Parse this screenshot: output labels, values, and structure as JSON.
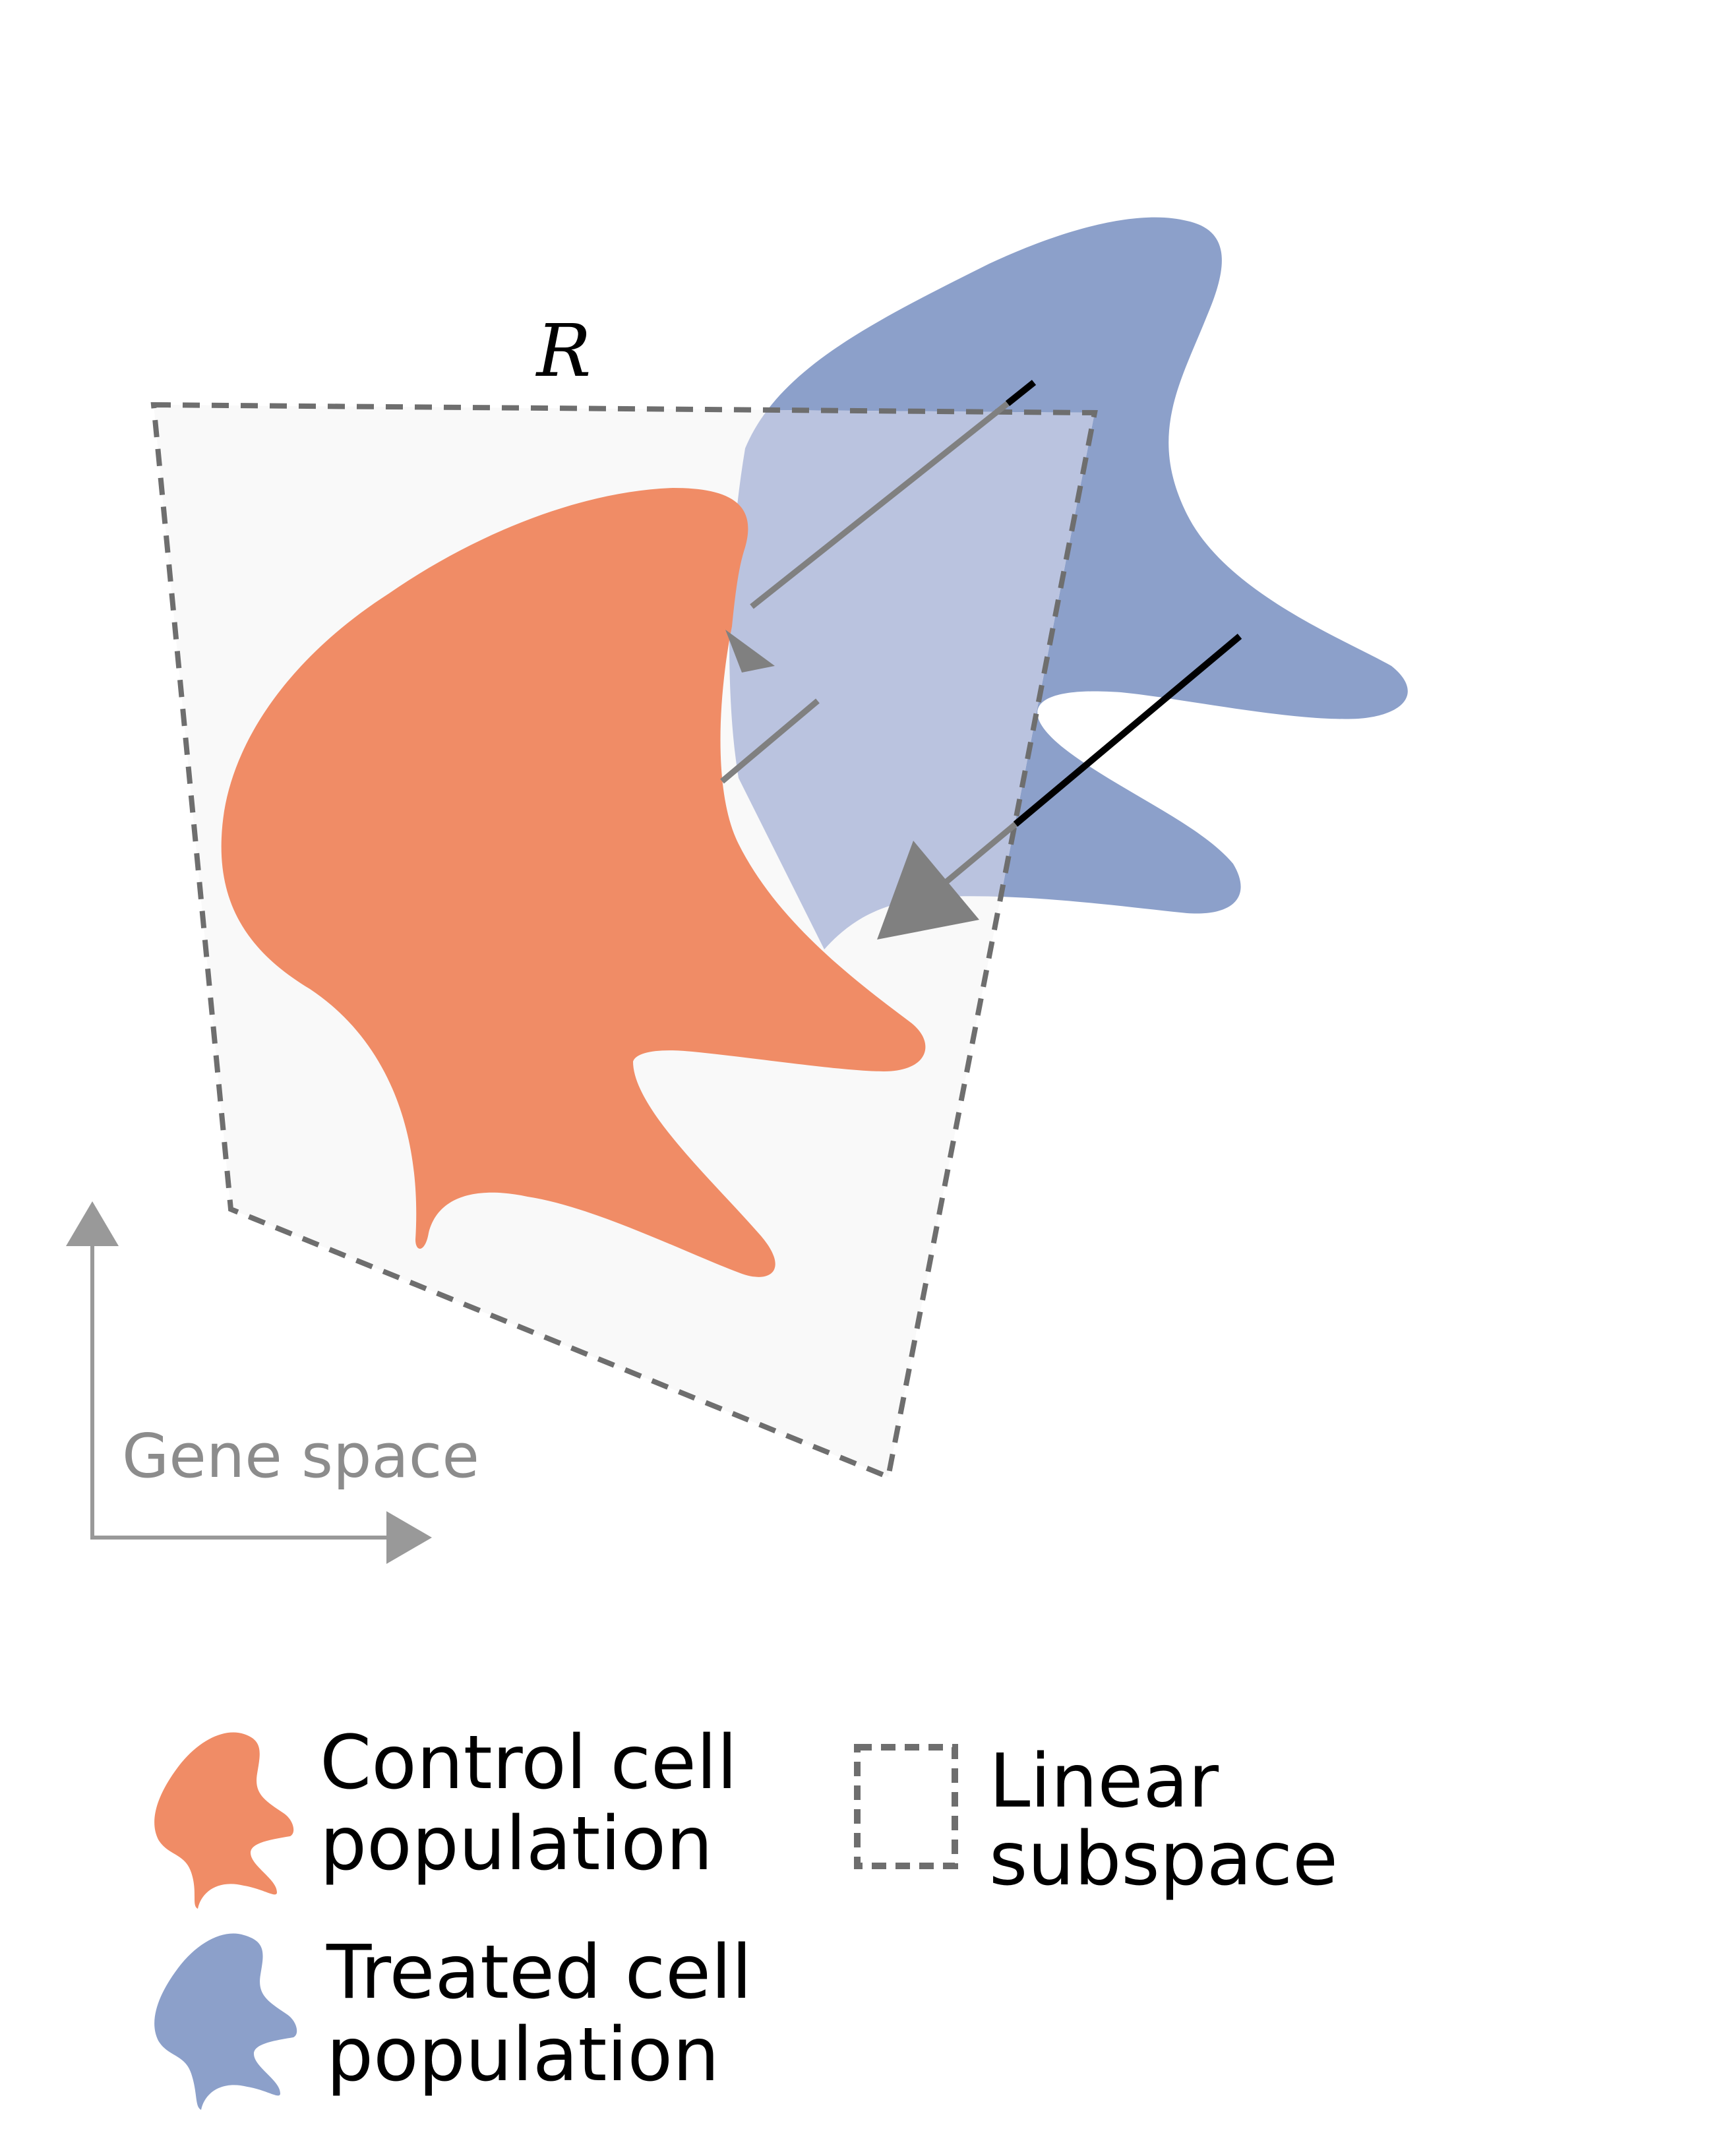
{
  "diagram": {
    "subspace_label": "R",
    "axes_label": "Gene space"
  },
  "legend": {
    "control": {
      "line1": "Control cell",
      "line2": "population"
    },
    "treated": {
      "line1": "Treated cell",
      "line2": "population"
    },
    "subspace": {
      "line1": "Linear",
      "line2": "subspace"
    }
  },
  "colors": {
    "control": "#f08c66",
    "treated": "#8ca0ca",
    "treated_in_plane": "#bac3df",
    "plane_fill": "#f9f9f9",
    "dash": "#6e6e6e",
    "axis": "#999999",
    "arrow": "#808080",
    "ray": "#000000"
  },
  "icons": {
    "control_legend": "control-blob-icon",
    "treated_legend": "treated-blob-icon",
    "subspace_legend": "dashed-square-icon"
  }
}
